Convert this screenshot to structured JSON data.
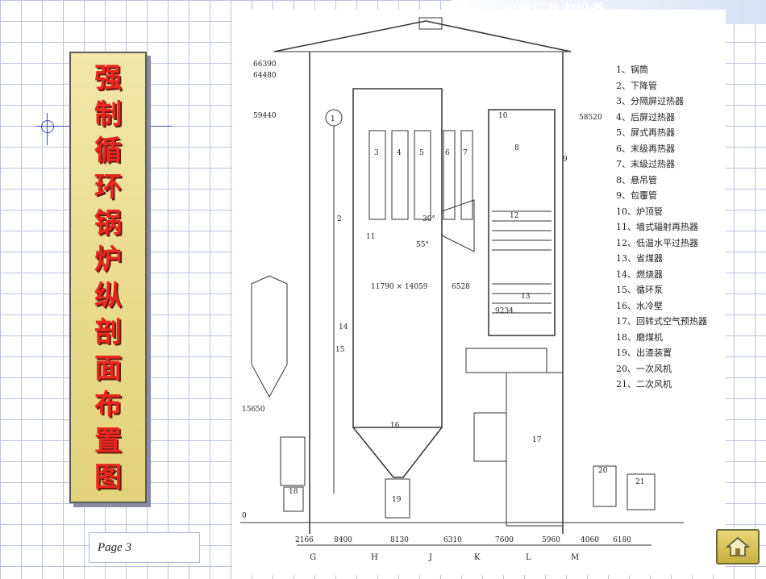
{
  "slide": {
    "title_chars": [
      "强",
      "制",
      "循",
      "环",
      "锅",
      "炉",
      "纵",
      "剖",
      "面",
      "布",
      "置",
      "图"
    ],
    "page_label": "Page 3",
    "header_text": "火电厂热力设备"
  },
  "diagram": {
    "elevations": [
      "66390",
      "64480",
      "59440",
      "58520",
      "15650",
      "0"
    ],
    "dimensions": [
      "11790 × 14059",
      "6528",
      "9234",
      "30°",
      "55°"
    ],
    "bottom_dims": [
      "2166",
      "8400",
      "8130",
      "6310",
      "7600",
      "5960",
      "4060",
      "6180"
    ],
    "axis_letters": [
      "G",
      "H",
      "J",
      "K",
      "L",
      "M"
    ],
    "markers": [
      "1",
      "2",
      "3",
      "4",
      "5",
      "6",
      "7",
      "8",
      "9",
      "10",
      "11",
      "12",
      "13",
      "14",
      "15",
      "16",
      "17",
      "18",
      "19",
      "20",
      "21"
    ],
    "legend": [
      "1、锅筒",
      "2、下降管",
      "3、分隔屏过热器",
      "4、后屏过热器",
      "5、屏式再热器",
      "6、末级再热器",
      "7、末级过热器",
      "8、悬吊管",
      "9、包覆管",
      "10、炉顶管",
      "11、墙式辐射再热器",
      "12、低温水平过热器",
      "13、省煤器",
      "14、燃烧器",
      "15、循环泵",
      "16、水冷壁",
      "17、回转式空气预热器",
      "18、磨煤机",
      "19、出渣装置",
      "20、一次风机",
      "21、二次风机"
    ]
  },
  "colors": {
    "title_text": "#e8281e",
    "title_bg": "#e8d98a",
    "grid": "#b9c3dc"
  },
  "icons": {
    "home": "home-icon"
  }
}
